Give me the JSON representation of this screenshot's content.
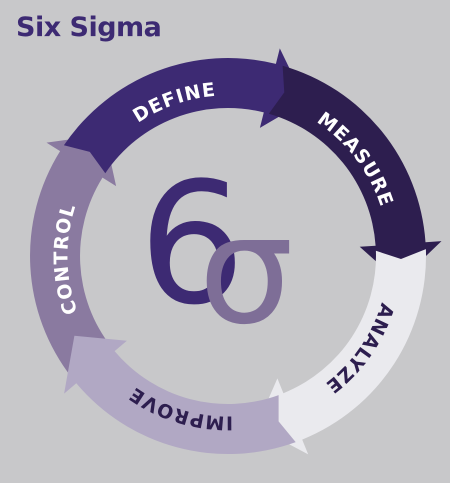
{
  "title": "Six Sigma",
  "center": {
    "six": "6",
    "sigma": "σ"
  },
  "stages": [
    {
      "id": "control",
      "label": "CONTROL",
      "color": "#8a7aa0",
      "text_color": "#ffffff"
    },
    {
      "id": "define",
      "label": "DEFINE",
      "color": "#3d2a73",
      "text_color": "#ffffff"
    },
    {
      "id": "measure",
      "label": "MEASURE",
      "color": "#2d1e4f",
      "text_color": "#ffffff"
    },
    {
      "id": "analyze",
      "label": "ANALYZE",
      "color": "#eaeaee",
      "text_color": "#2d1e4f"
    },
    {
      "id": "improve",
      "label": "IMPROVE",
      "color": "#b1a8c4",
      "text_color": "#2d1e4f"
    }
  ],
  "colors": {
    "background": "#c8c8ca",
    "title": "#3d2a73",
    "six": "#3d2a73",
    "sigma": "#7e6e97"
  }
}
